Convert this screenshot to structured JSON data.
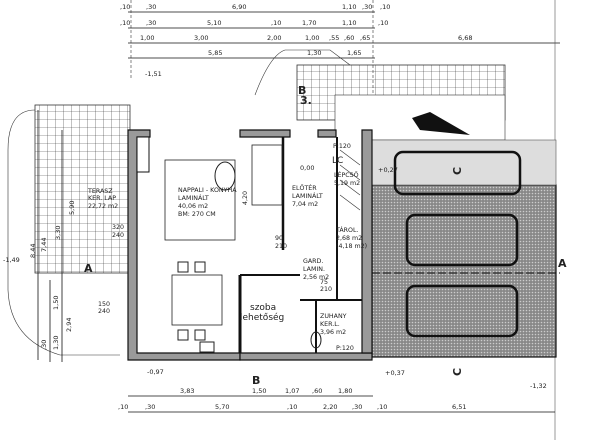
{
  "dims_top": {
    "r1": [
      ",10",
      ",30",
      "6,90",
      "1,10",
      ",30",
      ",10"
    ],
    "r2": [
      ",10",
      ",30",
      "5,10",
      ",10",
      "1,70",
      "1,10",
      ",10"
    ],
    "r3": [
      "1,00",
      "3,00",
      "2,00",
      "1,00",
      ",55",
      ",60",
      ",65",
      "6,68"
    ],
    "r4": [
      "5,85",
      "1,30",
      "1,65"
    ]
  },
  "dims_bottom": {
    "r1": [
      "3,83",
      "1,50",
      "1,07",
      ",60",
      "1,80"
    ],
    "r2": [
      ",10",
      ",30",
      "5,70",
      ",10",
      "2,20",
      ",30",
      ",10",
      "6,51"
    ]
  },
  "dims_left": [
    "8,44",
    "7,44",
    "5,90",
    "3,30",
    "2,94",
    "1,50",
    "1,30",
    ",30"
  ],
  "levels": [
    "-1,51",
    "-0,97",
    "+0,37",
    "-1,32",
    "-1,49",
    "+0,27",
    "0,00"
  ],
  "rooms": {
    "terrace": [
      "TERASZ",
      "KER. LAP",
      "22,72 m2"
    ],
    "living": [
      "NAPPALI - KONYHA",
      "LAMINÁLT",
      "40,06 m2",
      "BM: 270 CM"
    ],
    "hall": [
      "ELŐTÉR",
      "LAMINÁLT",
      "7,04 m2"
    ],
    "stairs": [
      "LÉPCSŐ",
      "5,19 m2"
    ],
    "storage": [
      "TÁROL.",
      "2,68 m2",
      "(4,18 m2)"
    ],
    "wardrobe": [
      "GARD.",
      "LAMIN.",
      "2,56 m2"
    ],
    "room": [
      "szoba",
      "lehetőség"
    ],
    "bath": [
      "ZUHANY",
      "KER.L.",
      "3,96 m2"
    ]
  },
  "openings": {
    "d1": [
      "320",
      "240"
    ],
    "d2": [
      "150",
      "240"
    ],
    "d3": [
      "90",
      "210"
    ],
    "d4": [
      "75",
      "210"
    ],
    "p1": "P:120",
    "p2": "P:120",
    "h": "4,20"
  },
  "markers": {
    "lc": "LC",
    "floor": "3.",
    "a": "A",
    "b": "B",
    "c": "C"
  }
}
